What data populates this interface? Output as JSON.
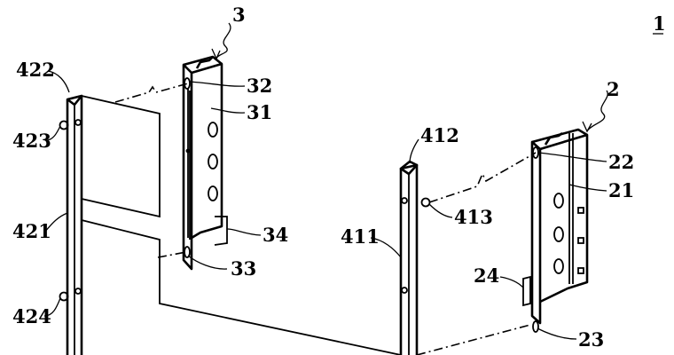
{
  "figure": {
    "number": "1",
    "labels": {
      "l3": "3",
      "l32": "32",
      "l31": "31",
      "l34": "34",
      "l33": "33",
      "l422": "422",
      "l423": "423",
      "l421": "421",
      "l424": "424",
      "l412": "412",
      "l413": "413",
      "l411": "411",
      "l2": "2",
      "l22": "22",
      "l21": "21",
      "l24": "24",
      "l23": "23"
    }
  }
}
